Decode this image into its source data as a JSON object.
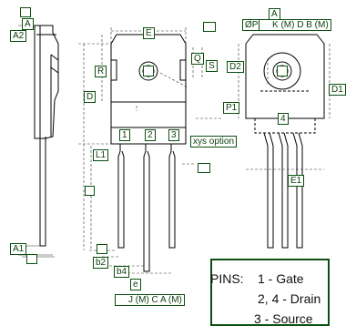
{
  "colors": {
    "outline": "#000000",
    "label_border": "#0b4f10",
    "label_text": "#0b3d0b",
    "dimension_line": "#333333"
  },
  "labels": {
    "top_small": "",
    "A": "A",
    "A2": "A2",
    "E": "E",
    "right_top_small": "",
    "Q": "Q",
    "S": "S",
    "R": "R",
    "D": "D",
    "hole_mark": "",
    "pin1": "1",
    "pin2": "2",
    "pin3": "3",
    "L1": "L1",
    "L": "",
    "A1": "A1",
    "c": "",
    "b2": "b2",
    "b4": "b4",
    "b": "",
    "e": "e",
    "tol_bottom": "J  (M) C  A (M)",
    "xys_option": "xys option",
    "D2": "D2",
    "A_top_right": "A",
    "phi_P": "ØP",
    "tol_top": "K (M) D B (M)",
    "P1": "P1",
    "tab4": "4",
    "D1": "D1",
    "E1": "E1",
    "right_c": ""
  },
  "pins": {
    "title": "PINS:",
    "line1": "1 - Gate",
    "line2": "2, 4 - Drain",
    "line3": "3 - Source"
  }
}
